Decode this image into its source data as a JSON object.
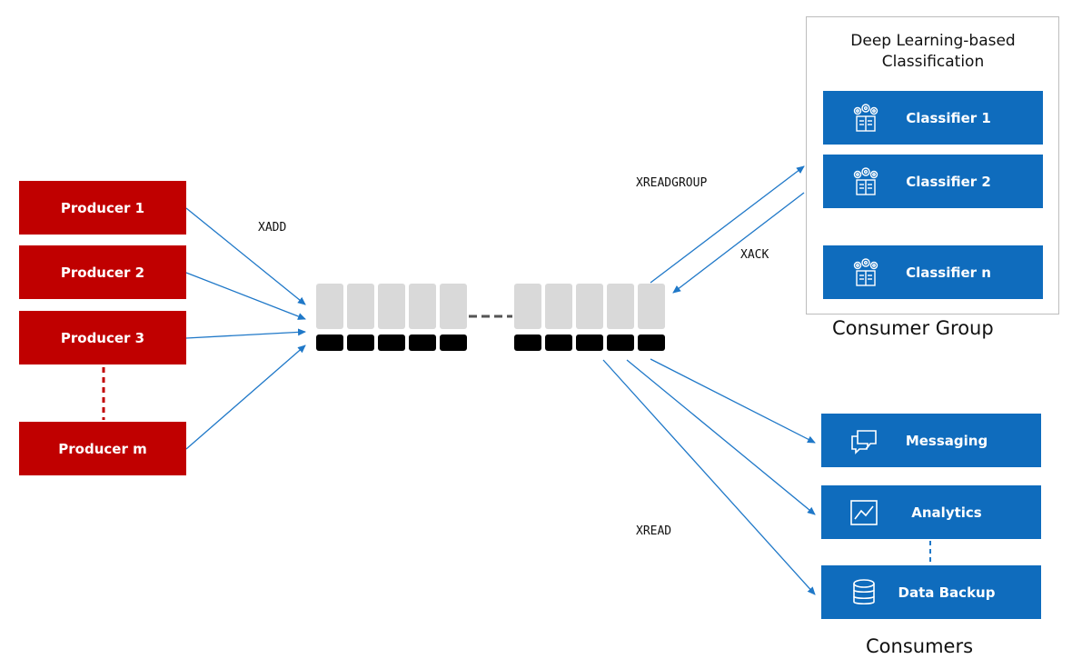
{
  "producers": [
    "Producer 1",
    "Producer 2",
    "Producer 3",
    "Producer m"
  ],
  "commands": {
    "xadd": "XADD",
    "xreadgroup": "XREADGROUP",
    "xack": "XACK",
    "xread": "XREAD"
  },
  "consumer_group": {
    "title": "Deep Learning-based Classification",
    "caption": "Consumer Group",
    "classifiers": [
      "Classifier 1",
      "Classifier 2",
      "Classifier n"
    ]
  },
  "consumers": {
    "caption": "Consumers",
    "items": [
      {
        "label": "Messaging",
        "icon": "chat-icon"
      },
      {
        "label": "Analytics",
        "icon": "chart-icon"
      },
      {
        "label": "Data Backup",
        "icon": "database-icon"
      }
    ]
  },
  "colors": {
    "producer": "#c00000",
    "box": "#0f6cbd",
    "arrow": "#1f78c8"
  }
}
